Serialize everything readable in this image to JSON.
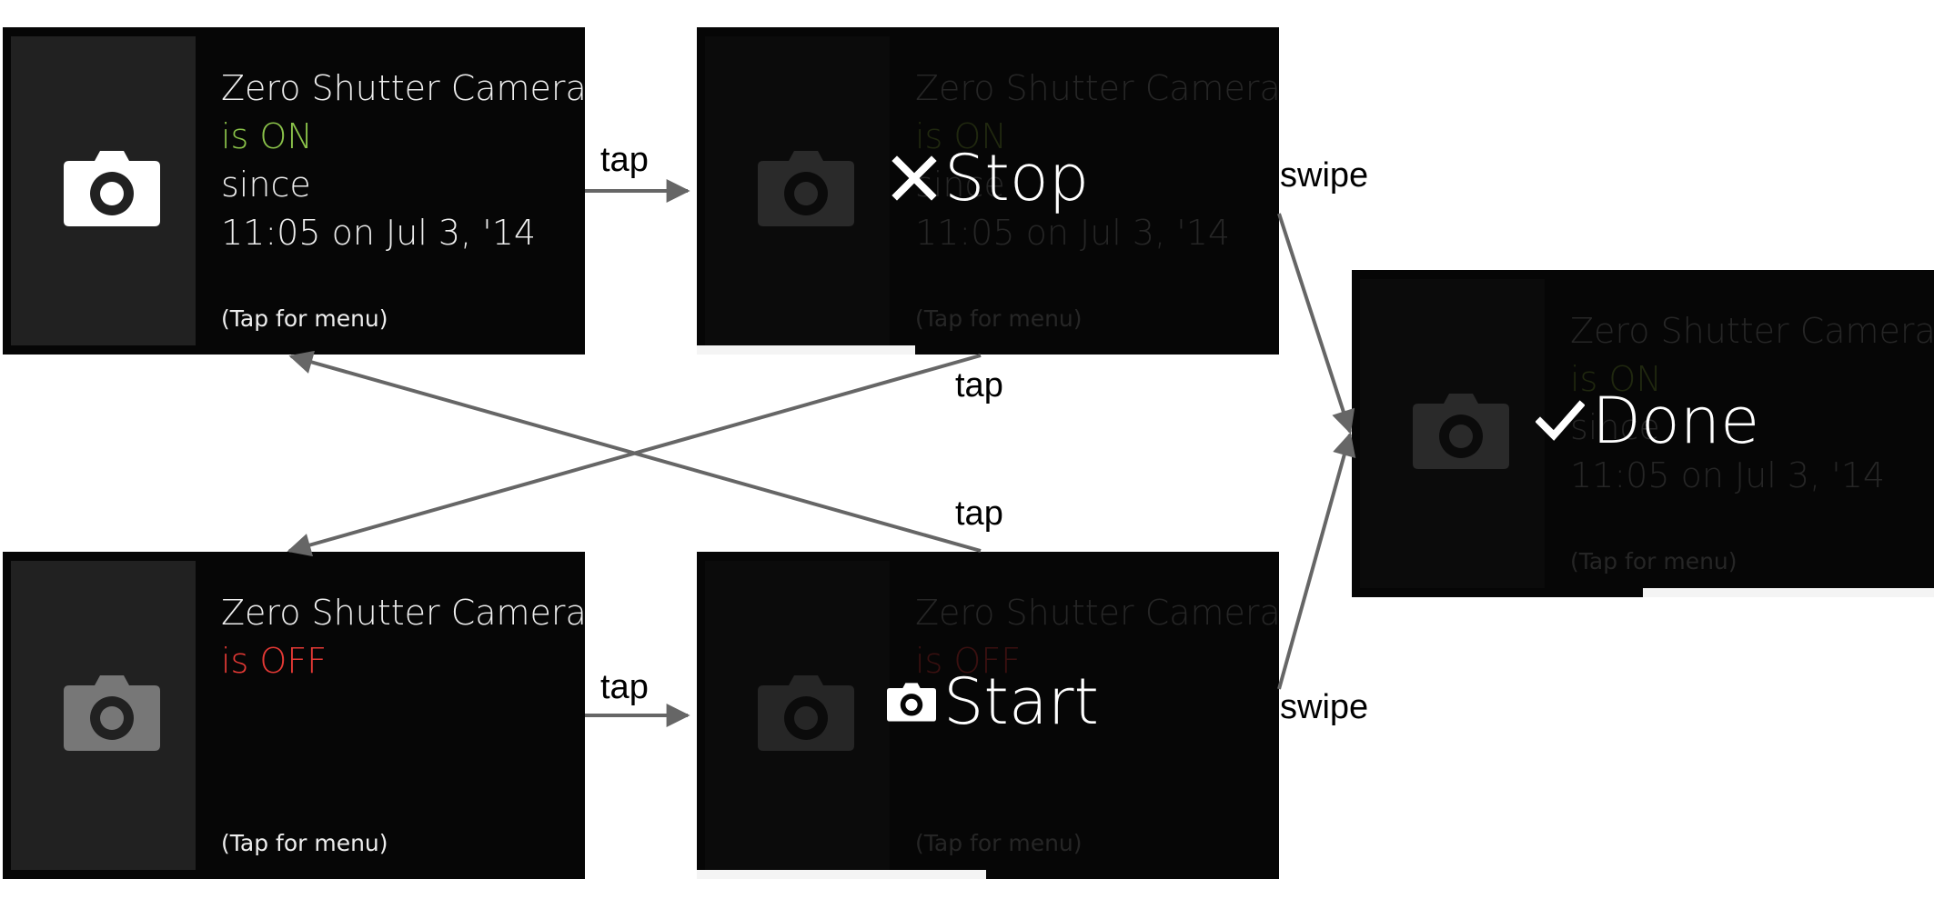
{
  "cards": {
    "on": {
      "title": "Zero Shutter Camera",
      "status": "is ON",
      "since": "since",
      "time": "11:05 on Jul 3, '14",
      "hint": "(Tap for menu)"
    },
    "stop": {
      "title": "Zero Shutter Camera",
      "status": "is ON",
      "since": "since",
      "time": "11:05 on Jul 3, '14",
      "hint": "(Tap for menu)",
      "menu_label": "Stop",
      "menu_icon": "close-icon"
    },
    "done": {
      "title": "Zero Shutter Camera",
      "status": "is ON",
      "since": "since",
      "time": "11:05 on Jul 3, '14",
      "hint": "(Tap for menu)",
      "menu_label": "Done",
      "menu_icon": "checkmark-icon"
    },
    "off": {
      "title": "Zero Shutter Camera",
      "status": "is OFF",
      "hint": "(Tap for menu)"
    },
    "start": {
      "title": "Zero Shutter Camera",
      "status": "is OFF",
      "hint": "(Tap for menu)",
      "menu_label": "Start",
      "menu_icon": "camera-icon"
    }
  },
  "labels": {
    "tap_on_to_stop": "tap",
    "swipe_stop_to_done": "swipe",
    "tap_stop_to_off": "tap",
    "tap_start_to_on": "tap",
    "tap_off_to_start": "tap",
    "swipe_start_to_done": "swipe"
  },
  "colors": {
    "card_background": "#060606",
    "status_on": "#8bc34a",
    "status_off": "#e53935",
    "arrow": "#666666"
  }
}
